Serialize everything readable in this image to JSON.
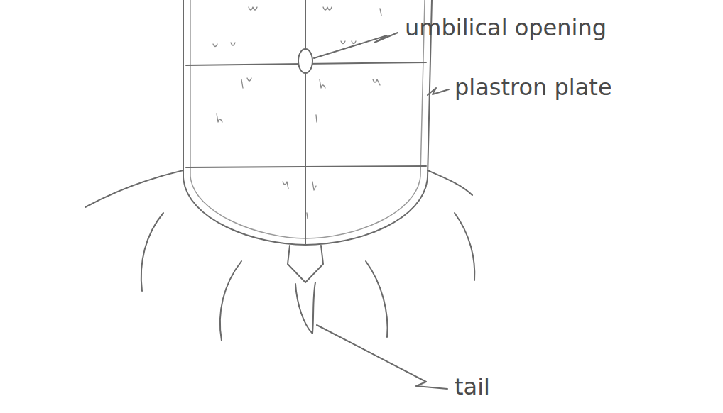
{
  "diagram": {
    "labels": [
      "umbilical opening",
      "plastron plate",
      "tail"
    ]
  }
}
